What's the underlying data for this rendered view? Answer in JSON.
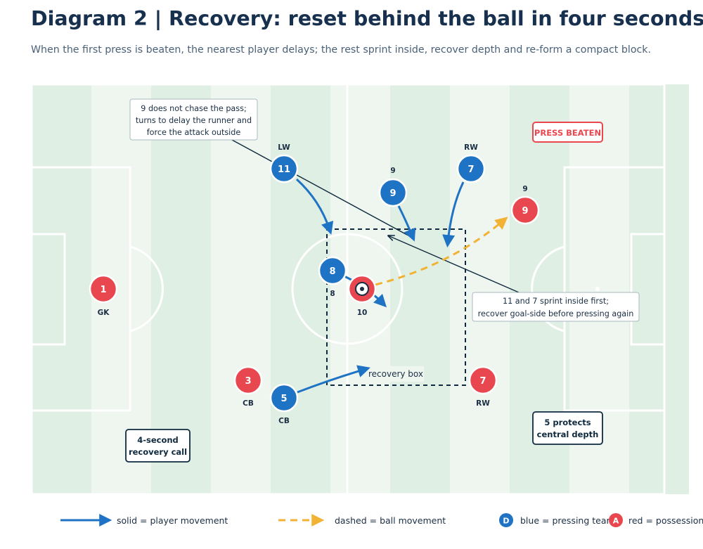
{
  "header": {
    "title": "Diagram 2 | Recovery: reset behind the ball in four seconds",
    "subtitle": "When the first press is beaten, the nearest player delays; the rest sprint inside, recover depth and re-form a compact block."
  },
  "colors": {
    "blue_team": "#1f73c4",
    "red_team": "#e8474f",
    "ball_path": "#f2b234",
    "pitch_light": "#eef6ef",
    "pitch_dark": "#e0efe3",
    "annotation_border": "#0f2a3f"
  },
  "players": {
    "blue": [
      {
        "number": "11",
        "label": "LW"
      },
      {
        "number": "9",
        "label": "9"
      },
      {
        "number": "7",
        "label": "RW"
      },
      {
        "number": "8",
        "label": "8"
      },
      {
        "number": "5",
        "label": "CB"
      }
    ],
    "red": [
      {
        "number": "1",
        "label": "GK"
      },
      {
        "number": "3",
        "label": "CB"
      },
      {
        "number": "9",
        "label": "9"
      },
      {
        "number": "7",
        "label": "RW"
      },
      {
        "number": "10",
        "label": "10"
      }
    ]
  },
  "annotations": {
    "press_beaten": "PRESS BEATEN",
    "callout_9": [
      "9 does not chase the pass;",
      "turns to delay the runner and",
      "force the attack outside"
    ],
    "callout_sprint": [
      "11 and 7 sprint inside first;",
      "recover goal-side before pressing again"
    ],
    "recovery_box": "recovery box",
    "recovery_call": [
      "4-second",
      "recovery call"
    ],
    "central_depth": [
      "5 protects",
      "central depth"
    ]
  },
  "legend": {
    "solid": "solid = player movement",
    "dashed": "dashed = ball movement",
    "blue_badge": "D",
    "blue": "blue = pressing team",
    "red_badge": "A",
    "red": "red = possession"
  }
}
